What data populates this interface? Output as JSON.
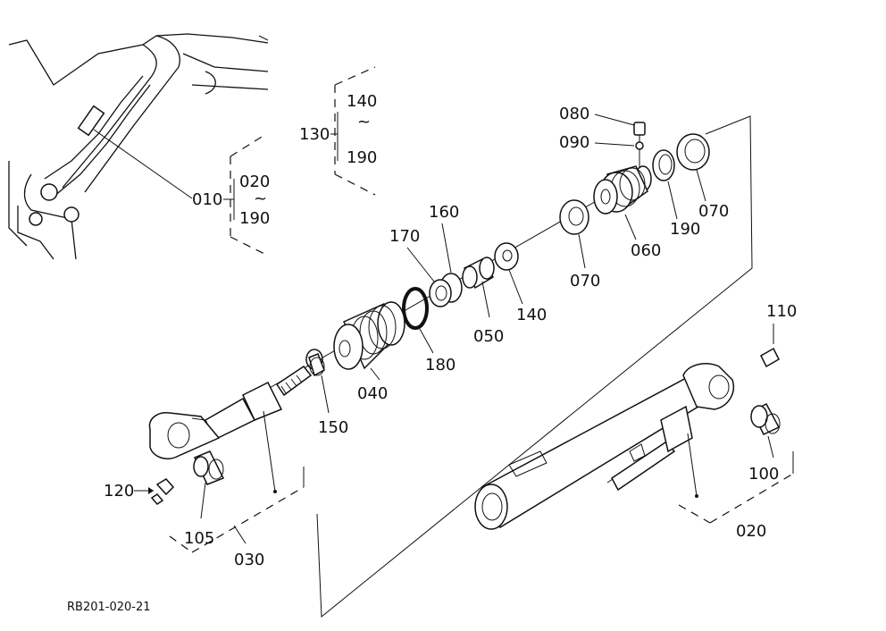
{
  "diagram": {
    "code": "RB201-020-21",
    "labels": {
      "p010": "010",
      "p020_top": "020",
      "p190_top": "190",
      "p130": "130",
      "p140_top": "140",
      "p190_mid": "190",
      "p080": "080",
      "p090": "090",
      "p190_right": "190",
      "p070_right": "070",
      "p060": "060",
      "p070_mid": "070",
      "p160": "160",
      "p170": "170",
      "p140_mid": "140",
      "p050": "050",
      "p180": "180",
      "p040": "040",
      "p150": "150",
      "p110": "110",
      "p100": "100",
      "p020_bottom": "020",
      "p120": "120",
      "p105": "105",
      "p030": "030"
    },
    "range_mark": "~"
  }
}
